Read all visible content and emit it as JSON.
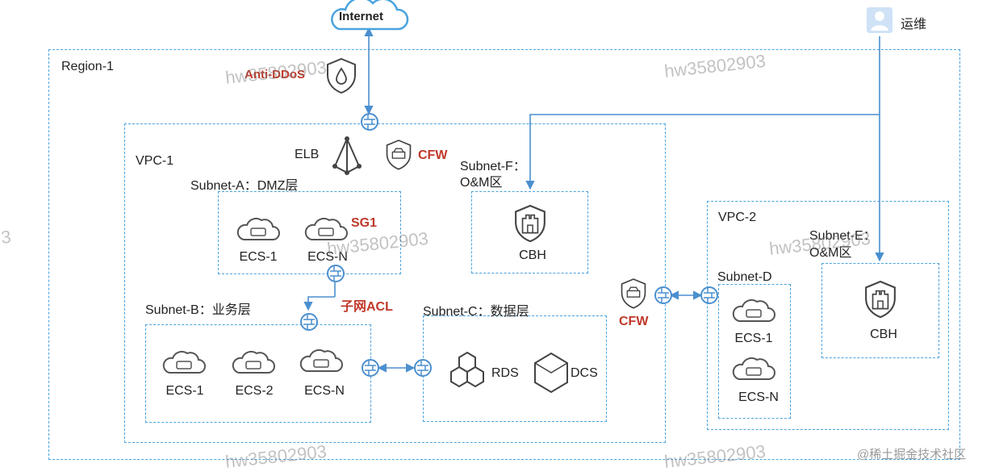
{
  "internet": "Internet",
  "ops_user": "运维",
  "region": "Region-1",
  "anti_ddos": "Anti-DDoS",
  "vpc1": {
    "title": "VPC-1",
    "elb": "ELB",
    "cfw": "CFW",
    "subnet_a": {
      "title": "Subnet-A：DMZ层",
      "ecs": [
        "ECS-1",
        "ECS-N"
      ],
      "sg": "SG1"
    },
    "subnet_acl": "子网ACL",
    "subnet_b": {
      "title": "Subnet-B：业务层",
      "ecs": [
        "ECS-1",
        "ECS-2",
        "ECS-N"
      ]
    },
    "subnet_c": {
      "title": "Subnet-C：数据层",
      "rds": "RDS",
      "dcs": "DCS"
    },
    "subnet_f": {
      "title_line1": "Subnet-F：",
      "title_line2": "O&M区",
      "cbh": "CBH"
    }
  },
  "cfw_between": "CFW",
  "vpc2": {
    "title": "VPC-2",
    "subnet_d": {
      "title": "Subnet-D",
      "ecs": [
        "ECS-1",
        "ECS-N"
      ]
    },
    "subnet_e": {
      "title_line1": "Subnet-E：",
      "title_line2": "O&M区",
      "cbh": "CBH"
    }
  },
  "watermark": "hw35802903",
  "watermark_partial": "3",
  "corner_watermark": "@稀土掘金技术社区",
  "icons": {
    "cloud": "internet-cloud-icon",
    "shield": "shield-icon",
    "firewall": "firewall-icon",
    "ecs": "ecs-cloud-icon",
    "user": "user-icon"
  }
}
